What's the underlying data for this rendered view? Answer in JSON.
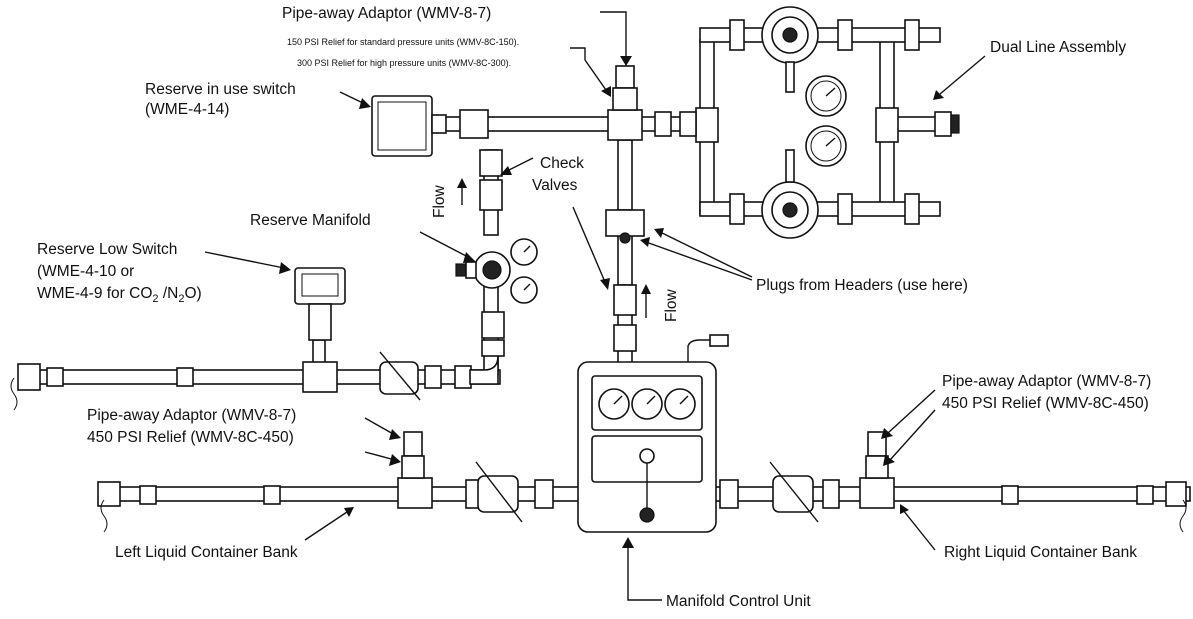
{
  "labels": {
    "pipeaway_top": "Pipe-away Adaptor (WMV-8-7)",
    "relief_150": "150 PSI Relief for standard pressure units (WMV-8C-150).",
    "relief_300": "300 PSI Relief for high pressure units (WMV-8C-300).",
    "dual_line": "Dual Line Assembly",
    "reserve_switch_1": "Reserve in use switch",
    "reserve_switch_2": "(WME-4-14)",
    "check_valves_1": "Check",
    "check_valves_2": "Valves",
    "flow_left": "Flow",
    "flow_center": "Flow",
    "reserve_manifold": "Reserve Manifold",
    "low_switch_1": "Reserve Low Switch",
    "low_switch_2": "(WME-4-10 or",
    "low_switch_3a": " WME-4-9 for CO",
    "low_switch_3b": "2",
    "low_switch_3c": " /N",
    "low_switch_3d": "2",
    "low_switch_3e": "O)",
    "plugs": "Plugs from Headers (use here)",
    "pipeaway_left_1": "Pipe-away Adaptor (WMV-8-7)",
    "pipeaway_left_2": "450 PSI Relief (WMV-8C-450)",
    "pipeaway_right_1": "Pipe-away Adaptor (WMV-8-7)",
    "pipeaway_right_2": "450 PSI Relief (WMV-8C-450)",
    "left_bank": "Left Liquid Container Bank",
    "right_bank": "Right Liquid Container Bank",
    "control_unit": "Manifold Control Unit"
  }
}
